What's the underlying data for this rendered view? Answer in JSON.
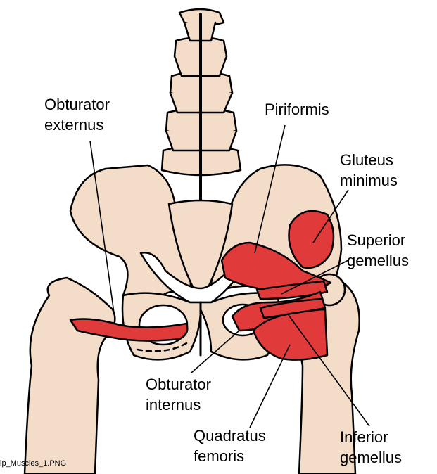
{
  "colors": {
    "bone": "#F3DDC8",
    "muscle": "#E03A3A",
    "outline": "#000000",
    "background": "#FFFFFF"
  },
  "labels": {
    "obturator_externus": {
      "line1": "Obturator",
      "line2": "externus"
    },
    "piriformis": {
      "line1": "Piriformis"
    },
    "gluteus_minimus": {
      "line1": "Gluteus",
      "line2": "minimus"
    },
    "superior_gemellus": {
      "line1": "Superior",
      "line2": "gemellus"
    },
    "obturator_internus": {
      "line1": "Obturator",
      "line2": "internus"
    },
    "quadratus_femoris": {
      "line1": "Quadratus",
      "line2": "femoris"
    },
    "inferior_gemellus": {
      "line1": "Inferior",
      "line2": "gemellus"
    }
  },
  "caption": "ip_Muscles_1.PNG"
}
